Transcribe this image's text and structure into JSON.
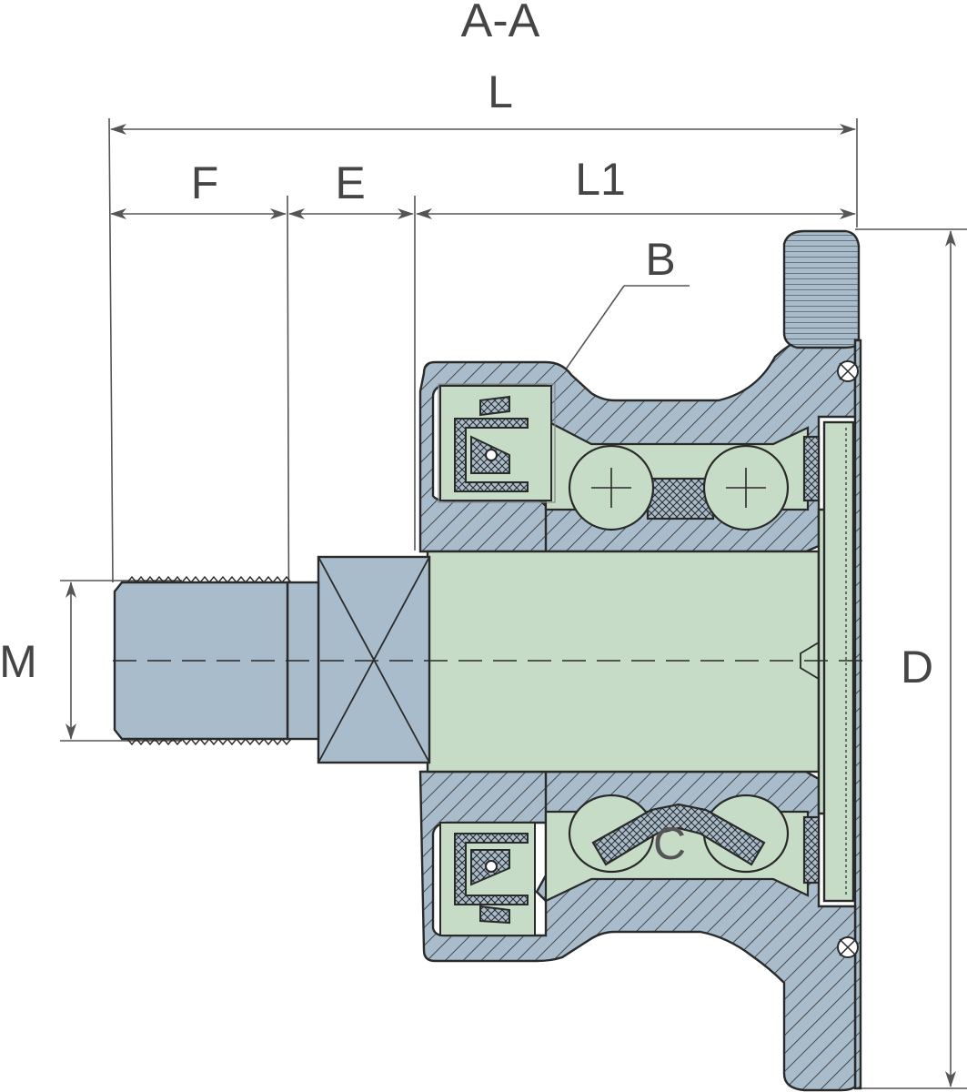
{
  "section_title": "A-A",
  "dimensions": {
    "L": "L",
    "F": "F",
    "E": "E",
    "L1": "L1",
    "M": "M",
    "D": "D"
  },
  "callouts": {
    "B": "B",
    "C": "C"
  },
  "colors": {
    "steel": "#a8bccb",
    "bearing": "#c6dcc6",
    "seal": "#ffffff",
    "line": "#2a2a2a",
    "dim": "#555555"
  }
}
